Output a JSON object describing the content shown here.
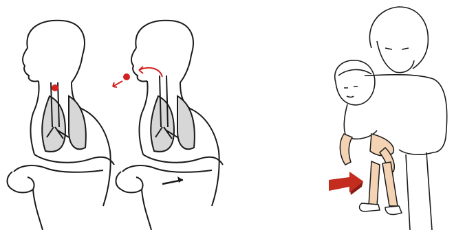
{
  "illustrations": [
    {
      "name": "airway-obstruction-before",
      "icon": "foreign-object-in-airway"
    },
    {
      "name": "airway-cleared-after-thrust",
      "icon": "foreign-object-expelled"
    },
    {
      "name": "adult-performing-heimlich-on-child",
      "icon": "upward-thrust-arrow"
    }
  ],
  "colors": {
    "outline": "#1a1a1a",
    "object": "#d42222",
    "lungs": "#d7d7d7",
    "skin": "#f3d3b3",
    "arrow": "#c42c1e",
    "arrow_dark": "#8c1a12"
  }
}
